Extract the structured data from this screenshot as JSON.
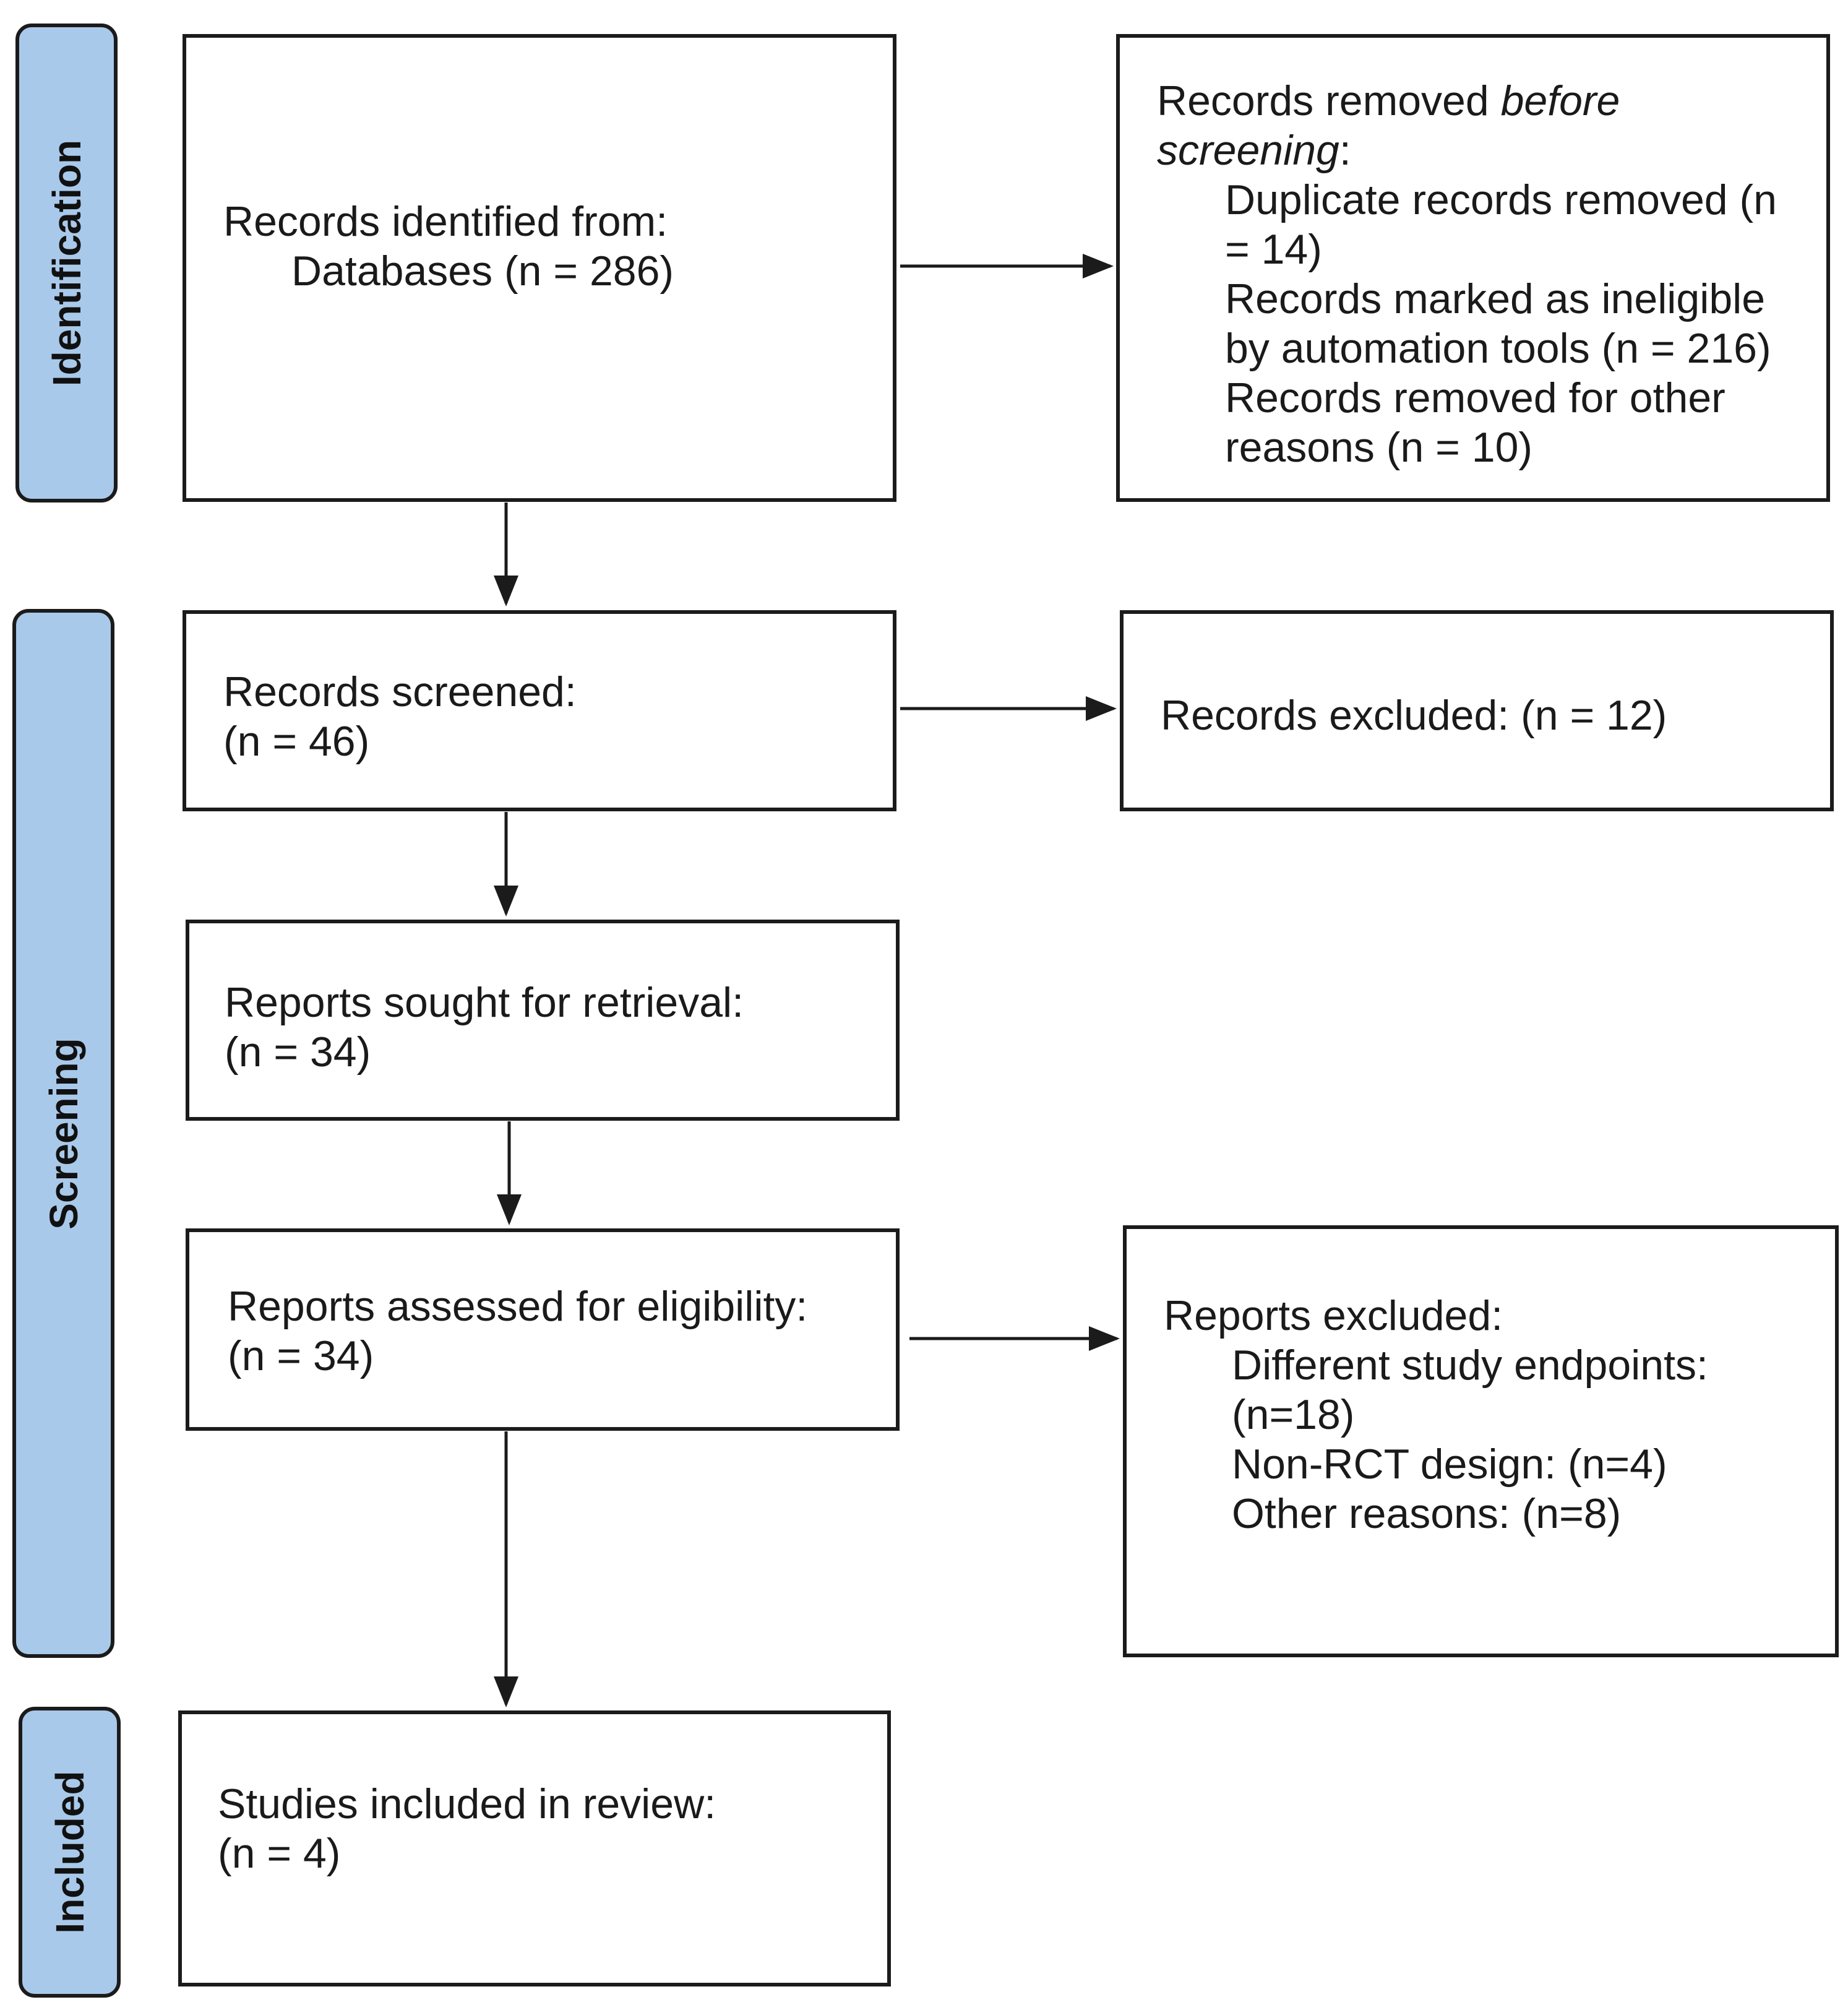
{
  "phases": {
    "identification": "Identification",
    "screening": "Screening",
    "included": "Included"
  },
  "identified": {
    "title": "Records identified from:",
    "databases": "Databases (n = 286)"
  },
  "removed": {
    "title_part1": "Records removed ",
    "title_em1": "before",
    "title_em2": "screening",
    "title_part2": ":",
    "duplicates_1": "Duplicate records removed (n",
    "duplicates_2": "= 14)",
    "ineligible_1": "Records marked as ineligible",
    "ineligible_2": "by automation tools (n = 216)",
    "other_1": "Records removed for other",
    "other_2": "reasons (n = 10)"
  },
  "screened": {
    "title": "Records screened:",
    "count": "(n = 46)"
  },
  "excluded_records": {
    "text": "Records excluded: (n = 12)"
  },
  "sought": {
    "title": "Reports sought for retrieval:",
    "count": "(n = 34)"
  },
  "assessed": {
    "title": "Reports assessed for eligibility:",
    "count": "(n = 34)"
  },
  "excluded_reports": {
    "title": "Reports excluded:",
    "endpoints_1": "Different study endpoints:",
    "endpoints_2": "(n=18)",
    "design": "Non-RCT design: (n=4)",
    "other": "Other reasons: (n=8)"
  },
  "included": {
    "title": "Studies included in review:",
    "count": "(n = 4)"
  },
  "colors": {
    "phase_fill": "#a9c9ea",
    "stroke": "#1b1b1b"
  }
}
